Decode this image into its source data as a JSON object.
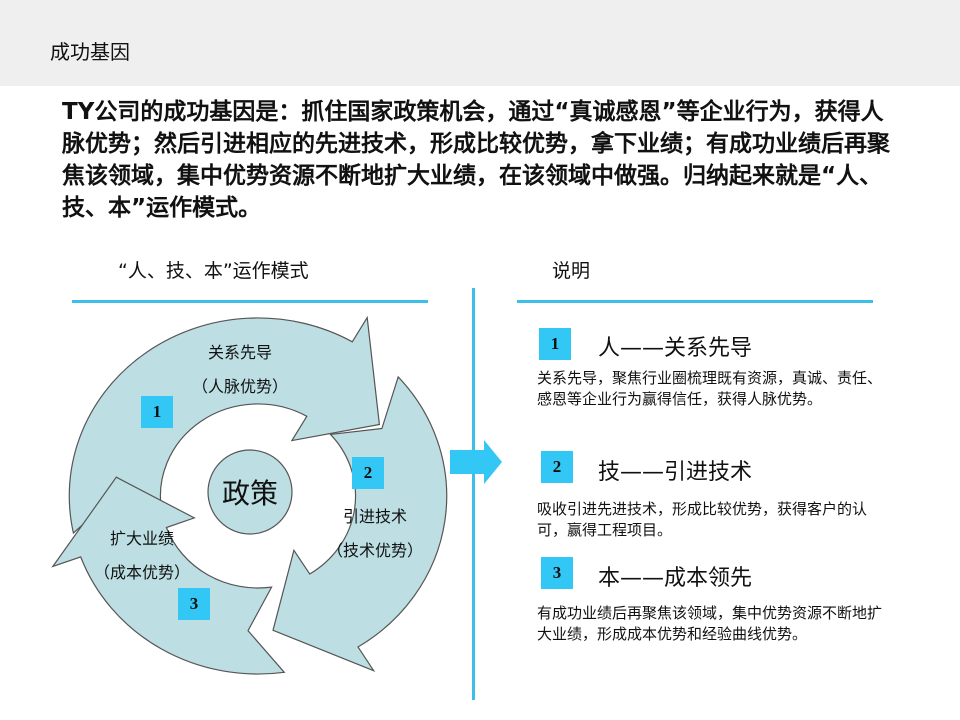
{
  "header": {
    "title": "成功基因"
  },
  "intro": "TY公司的成功基因是：抓住国家政策机会，通过“真诚感恩”等企业行为，获得人脉优势；然后引进相应的先进技术，形成比较优势，拿下业绩；有成功业绩后再聚焦该领域，集中优势资源不断地扩大业绩，在该领域中做强。归纳起来就是“人、技、本”运作模式。",
  "left_title": "“人、技、本”运作模式",
  "right_title": "说明",
  "diagram": {
    "center": "政策",
    "fill": "#bddfe3",
    "segments": [
      {
        "num": "1",
        "line1": "关系先导",
        "line2": "（人脉优势）"
      },
      {
        "num": "2",
        "line1": "引进技术",
        "line2": "（技术优势）"
      },
      {
        "num": "3",
        "line1": "扩大业绩",
        "line2": "（成本优势）"
      }
    ]
  },
  "items": [
    {
      "num": "1",
      "title": "人——关系先导",
      "desc": "关系先导，聚焦行业圈梳理既有资源，真诚、责任、感恩等企业行为赢得信任，获得人脉优势。"
    },
    {
      "num": "2",
      "title": "技——引进技术",
      "desc": "吸收引进先进技术，形成比较优势，获得客户的认可，赢得工程项目。"
    },
    {
      "num": "3",
      "title": "本——成本领先",
      "desc": "有成功业绩后再聚焦该领域，集中优势资源不断地扩大业绩，形成成本优势和经验曲线优势。"
    }
  ]
}
